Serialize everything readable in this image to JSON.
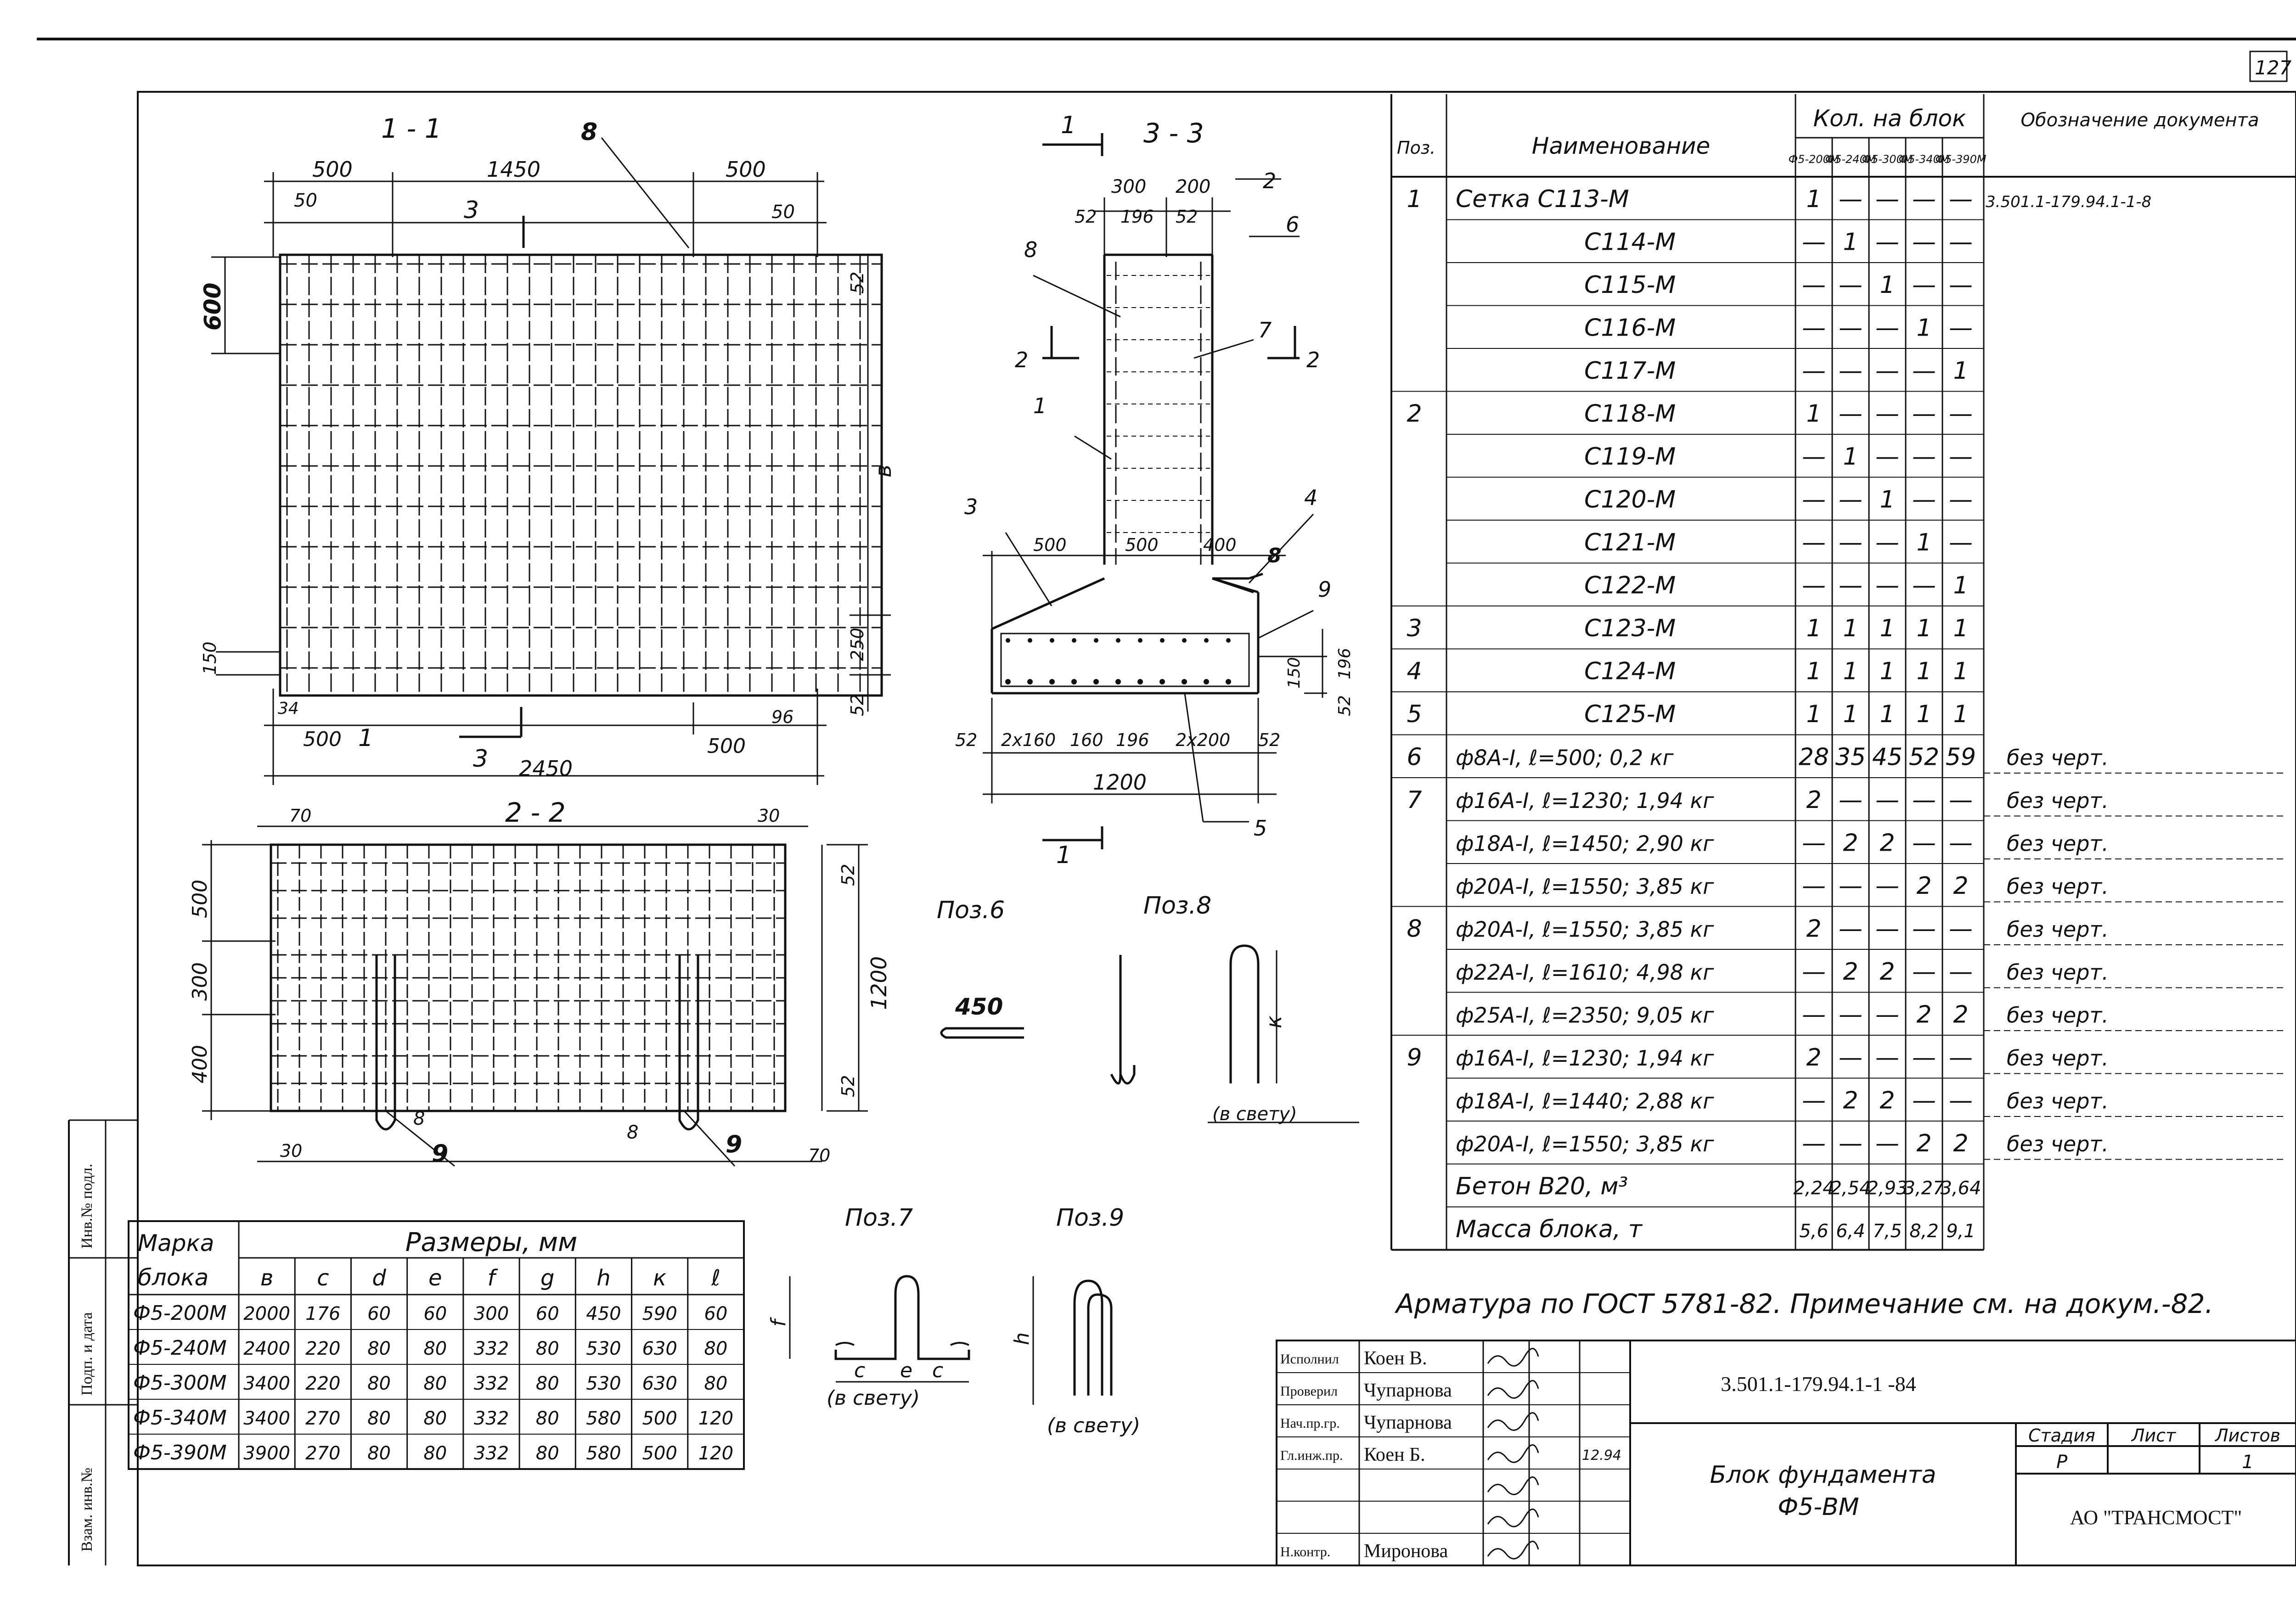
{
  "sheet": {
    "page_number": "127",
    "section_1_title": "1 - 1",
    "section_2_title": "2 - 2",
    "section_3_title": "3 - 3",
    "cut_marks": [
      "1",
      "2",
      "3",
      "8"
    ]
  },
  "view_1_1": {
    "dims_top": [
      "500",
      "1450",
      "500"
    ],
    "dims_top_small": [
      "50",
      "50"
    ],
    "dim_left": "600",
    "dim_right_top": "52",
    "dim_right_mid": "250",
    "dim_right_bottom": "52",
    "dim_center": "в",
    "dim_bottom_left": [
      "150",
      "34"
    ],
    "dims_bottom": [
      "500",
      "500",
      "96"
    ],
    "dim_total": "2450",
    "section_marks": [
      "3",
      "3",
      "1",
      "8"
    ]
  },
  "view_2_2": {
    "dims_top": [
      "70",
      "30"
    ],
    "dims_left": [
      "500",
      "300",
      "400"
    ],
    "dims_right": [
      "52",
      "52"
    ],
    "dim_height": "1200",
    "dims_bottom": [
      "30",
      "70"
    ],
    "callouts": [
      "9",
      "9",
      "8",
      "8"
    ]
  },
  "view_3_3": {
    "dims_top": [
      "300",
      "200",
      "52",
      "196",
      "52"
    ],
    "dims_mid": [
      "500",
      "500",
      "400"
    ],
    "dims_bottom": [
      "52",
      "2x160",
      "160",
      "196",
      "2x200",
      "52"
    ],
    "dim_total": "1200",
    "dims_right": [
      "150",
      "196",
      "52"
    ],
    "callouts": [
      "1",
      "2",
      "3",
      "4",
      "5",
      "6",
      "7",
      "8",
      "8",
      "9"
    ]
  },
  "positions": {
    "poz6": {
      "title": "Поз.6",
      "dim": "450"
    },
    "poz7": {
      "title": "Поз.7",
      "dims": [
        "c",
        "e",
        "c",
        "f"
      ],
      "note": "(в свету)"
    },
    "poz8": {
      "title": "Поз.8",
      "dim": "к",
      "note": "(в свету)"
    },
    "poz9": {
      "title": "Поз.9",
      "dim": "h",
      "note": "(в свету)"
    }
  },
  "dim_table": {
    "header_mark": "Марка\nблока",
    "header_sizes": "Размеры, мм",
    "columns": [
      "в",
      "с",
      "d",
      "e",
      "f",
      "g",
      "h",
      "к",
      "ℓ"
    ],
    "rows": [
      {
        "mark": "Ф5-200М",
        "v": [
          "2000",
          "176",
          "60",
          "60",
          "300",
          "60",
          "450",
          "590",
          "60"
        ]
      },
      {
        "mark": "Ф5-240М",
        "v": [
          "2400",
          "220",
          "80",
          "80",
          "332",
          "80",
          "530",
          "630",
          "80"
        ]
      },
      {
        "mark": "Ф5-300М",
        "v": [
          "3400",
          "220",
          "80",
          "80",
          "332",
          "80",
          "530",
          "630",
          "80"
        ]
      },
      {
        "mark": "Ф5-340М",
        "v": [
          "3400",
          "270",
          "80",
          "80",
          "332",
          "80",
          "580",
          "500",
          "120"
        ]
      },
      {
        "mark": "Ф5-390М",
        "v": [
          "3900",
          "270",
          "80",
          "80",
          "332",
          "80",
          "580",
          "500",
          "120"
        ]
      }
    ]
  },
  "spec": {
    "header_pos": "Поз.",
    "header_name": "Наименование",
    "header_qty": "Кол. на блок",
    "qty_cols": [
      "Ф5-200М",
      "Ф5-240М",
      "Ф5-300М",
      "Ф5-340М",
      "Ф5-390М"
    ],
    "header_doc": "Обозначение документа",
    "rows": [
      {
        "pos": "1",
        "name": "Сетка   С113-М",
        "q": [
          "1",
          "—",
          "—",
          "—",
          "—"
        ],
        "doc": "3.501.1-179.94.1-1-8"
      },
      {
        "pos": "",
        "name": "С114-М",
        "q": [
          "—",
          "1",
          "—",
          "—",
          "—"
        ],
        "doc": ""
      },
      {
        "pos": "",
        "name": "С115-М",
        "q": [
          "—",
          "—",
          "1",
          "—",
          "—"
        ],
        "doc": ""
      },
      {
        "pos": "",
        "name": "С116-М",
        "q": [
          "—",
          "—",
          "—",
          "1",
          "—"
        ],
        "doc": ""
      },
      {
        "pos": "",
        "name": "С117-М",
        "q": [
          "—",
          "—",
          "—",
          "—",
          "1"
        ],
        "doc": ""
      },
      {
        "pos": "2",
        "name": "С118-М",
        "q": [
          "1",
          "—",
          "—",
          "—",
          "—"
        ],
        "doc": ""
      },
      {
        "pos": "",
        "name": "С119-М",
        "q": [
          "—",
          "1",
          "—",
          "—",
          "—"
        ],
        "doc": ""
      },
      {
        "pos": "",
        "name": "С120-М",
        "q": [
          "—",
          "—",
          "1",
          "—",
          "—"
        ],
        "doc": ""
      },
      {
        "pos": "",
        "name": "С121-М",
        "q": [
          "—",
          "—",
          "—",
          "1",
          "—"
        ],
        "doc": ""
      },
      {
        "pos": "",
        "name": "С122-М",
        "q": [
          "—",
          "—",
          "—",
          "—",
          "1"
        ],
        "doc": ""
      },
      {
        "pos": "3",
        "name": "С123-М",
        "q": [
          "1",
          "1",
          "1",
          "1",
          "1"
        ],
        "doc": ""
      },
      {
        "pos": "4",
        "name": "С124-М",
        "q": [
          "1",
          "1",
          "1",
          "1",
          "1"
        ],
        "doc": ""
      },
      {
        "pos": "5",
        "name": "С125-М",
        "q": [
          "1",
          "1",
          "1",
          "1",
          "1"
        ],
        "doc": ""
      },
      {
        "pos": "6",
        "name": "ф8А-I,  ℓ=500;   0,2 кг",
        "q": [
          "28",
          "35",
          "45",
          "52",
          "59"
        ],
        "doc": "без черт."
      },
      {
        "pos": "7",
        "name": "ф16А-I,  ℓ=1230;   1,94 кг",
        "q": [
          "2",
          "—",
          "—",
          "—",
          "—"
        ],
        "doc": "без черт."
      },
      {
        "pos": "",
        "name": "ф18А-I,  ℓ=1450;   2,90 кг",
        "q": [
          "—",
          "2",
          "2",
          "—",
          "—"
        ],
        "doc": "без черт."
      },
      {
        "pos": "",
        "name": "ф20А-I,  ℓ=1550;   3,85 кг",
        "q": [
          "—",
          "—",
          "—",
          "2",
          "2"
        ],
        "doc": "без черт."
      },
      {
        "pos": "8",
        "name": "ф20А-I,  ℓ=1550;   3,85 кг",
        "q": [
          "2",
          "—",
          "—",
          "—",
          "—"
        ],
        "doc": "без черт."
      },
      {
        "pos": "",
        "name": "ф22А-I,  ℓ=1610;   4,98 кг",
        "q": [
          "—",
          "2",
          "2",
          "—",
          "—"
        ],
        "doc": "без черт."
      },
      {
        "pos": "",
        "name": "ф25А-I,  ℓ=2350;   9,05 кг",
        "q": [
          "—",
          "—",
          "—",
          "2",
          "2"
        ],
        "doc": "без черт."
      },
      {
        "pos": "9",
        "name": "ф16А-I,  ℓ=1230;   1,94 кг",
        "q": [
          "2",
          "—",
          "—",
          "—",
          "—"
        ],
        "doc": "без черт."
      },
      {
        "pos": "",
        "name": "ф18А-I,  ℓ=1440;   2,88 кг",
        "q": [
          "—",
          "2",
          "2",
          "—",
          "—"
        ],
        "doc": "без черт."
      },
      {
        "pos": "",
        "name": "ф20А-I,  ℓ=1550;   3,85 кг",
        "q": [
          "—",
          "—",
          "—",
          "2",
          "2"
        ],
        "doc": "без черт."
      },
      {
        "pos": "",
        "name": "Бетон  В20,    м³",
        "q": [
          "2,24",
          "2,54",
          "2,93",
          "3,27",
          "3,64"
        ],
        "doc": ""
      },
      {
        "pos": "",
        "name": "Масса блока,    т",
        "q": [
          "5,6",
          "6,4",
          "7,5",
          "8,2",
          "9,1"
        ],
        "doc": ""
      }
    ]
  },
  "note": "Арматура по ГОСТ 5781-82. Примечание см. на докум.-82.",
  "stamp_side": [
    "Инв.№ подл.",
    "Подп. и дата",
    "Взам. инв.№"
  ],
  "title_block": {
    "doc_code": "3.501.1-179.94.1-1 -84",
    "sig_rows": [
      {
        "role": "Исполнил",
        "name": "Коен В.",
        "date": ""
      },
      {
        "role": "Проверил",
        "name": "Чупарнова",
        "date": ""
      },
      {
        "role": "Нач.пр.гр.",
        "name": "Чупарнова",
        "date": ""
      },
      {
        "role": "Гл.инж.пр.",
        "name": "Коен Б.",
        "date": "12.94"
      },
      {
        "role": "",
        "name": "",
        "date": ""
      },
      {
        "role": "",
        "name": "",
        "date": ""
      },
      {
        "role": "Н.контр.",
        "name": "Миронова",
        "date": ""
      }
    ],
    "title_line1": "Блок фундамента",
    "title_line2": "Ф5-ВМ",
    "stage_label": "Стадия",
    "sheet_label": "Лист",
    "sheets_label": "Листов",
    "stage": "Р",
    "sheets": "1",
    "company": "АО \"ТРАНСМОСТ\""
  }
}
